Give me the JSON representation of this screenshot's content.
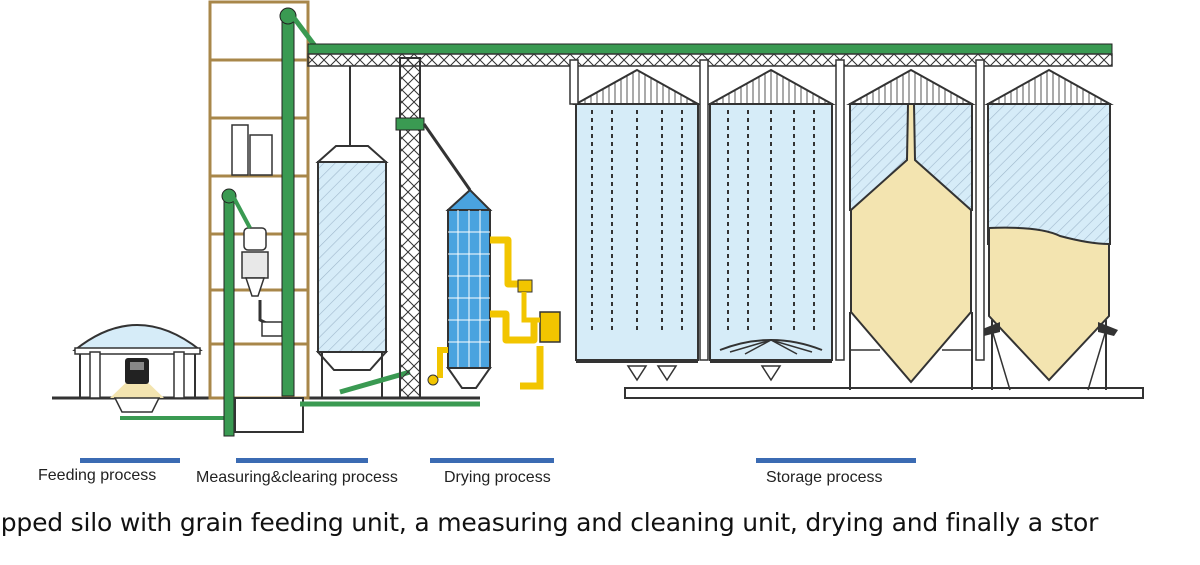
{
  "labels": {
    "feeding": "Feeding process",
    "measuring": "Measuring&clearing process",
    "drying": "Drying process",
    "storage": "Storage process"
  },
  "caption": "ipped silo with grain feeding unit, a measuring and cleaning unit, drying and finally a stor",
  "colors": {
    "silo_fill": "#d6ecf8",
    "grain": "#f3e4b0",
    "conveyor": "#3a9a52",
    "dryer": "#4aa3df",
    "duct": "#f2c500",
    "label_bar": "#3b6bb3",
    "steel": "#333333",
    "tower": "#a8874a"
  },
  "icons": [
    "hopper-building",
    "bucket-elevator",
    "cleaning-machine",
    "buffer-silo",
    "grain-dryer",
    "flat-bottom-silo",
    "hopper-silo",
    "top-conveyor"
  ]
}
